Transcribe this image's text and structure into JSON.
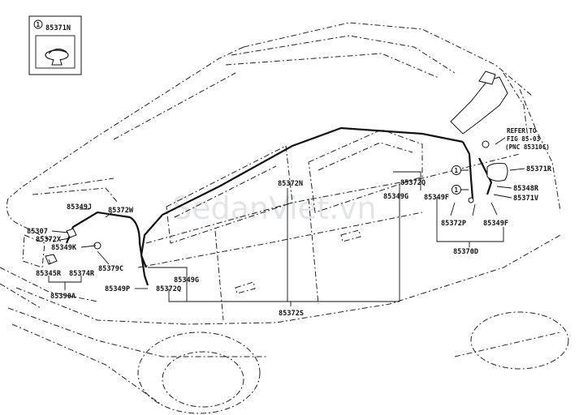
{
  "watermark": "SedanViet.vn",
  "inset": {
    "circle_label": "1",
    "part_no": "85371N"
  },
  "callouts": {
    "circle_1a": "1",
    "circle_1b": "1"
  },
  "reference_note": {
    "line1": "REFER TO",
    "line2": "FIG 85-03",
    "line3": "(PNC 85310C)"
  },
  "part_labels": {
    "p85349J": "85349J",
    "p85372W": "85372W",
    "p85307": "85307",
    "p85372X": "85372X",
    "p85349K": "85349K",
    "p85379C": "85379C",
    "p85345R": "85345R",
    "p85374R": "85374R",
    "p85390A": "85390A",
    "p85349P": "85349P",
    "p85372Q_left": "85372Q",
    "p85349G_left": "85349G",
    "p85372N": "85372N",
    "p85372S": "85372S",
    "p85372Q_right": "85372Q",
    "p85349G_right": "85349G",
    "p85349F_left": "85349F",
    "p85372P": "85372P",
    "p85349F_right": "85349F",
    "p85370D": "85370D",
    "p85371R": "85371R",
    "p85348R": "85348R",
    "p85371V": "85371V"
  }
}
